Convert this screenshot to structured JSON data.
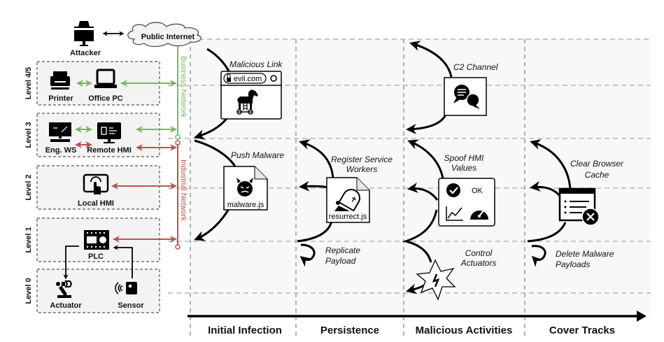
{
  "attacker": {
    "label": "Attacker",
    "icon": "spy-icon"
  },
  "internet": {
    "label": "Public Internet",
    "icon": "cloud-icon"
  },
  "networks": {
    "business": {
      "label": "Business Network",
      "color": "#82b366"
    },
    "industrial": {
      "label": "Industrial Network",
      "color": "#b85450"
    }
  },
  "levels": [
    {
      "label": "Level 4/5",
      "devices": [
        {
          "label": "Printer",
          "icon": "printer-icon"
        },
        {
          "label": "Office PC",
          "icon": "laptop-icon"
        }
      ]
    },
    {
      "label": "Level 3",
      "devices": [
        {
          "label": "Eng. WS",
          "icon": "workstation-icon"
        },
        {
          "label": "Remote HMI",
          "icon": "monitor-icon"
        }
      ]
    },
    {
      "label": "Level 2",
      "devices": [
        {
          "label": "Local HMI",
          "icon": "touchscreen-icon"
        }
      ]
    },
    {
      "label": "Level 1",
      "devices": [
        {
          "label": "PLC",
          "icon": "plc-icon"
        }
      ]
    },
    {
      "label": "Level 0",
      "devices": [
        {
          "label": "Actuator",
          "icon": "robot-arm-icon"
        },
        {
          "label": "Sensor",
          "icon": "sensor-icon"
        }
      ]
    }
  ],
  "phases": [
    {
      "label": "Initial Infection"
    },
    {
      "label": "Persistence"
    },
    {
      "label": "Malicious Activities"
    },
    {
      "label": "Cover Tracks"
    }
  ],
  "steps": {
    "malicious_link": {
      "label": "Malicious Link",
      "url": "evil.com",
      "icon": "trojan-horse-icon"
    },
    "push_malware": {
      "label": "Push Malware",
      "file": "malware.js",
      "icon": "devil-icon"
    },
    "register_sw": {
      "label_line1": "Register Service",
      "label_line2": "Workers",
      "file": "resurrect.js",
      "icon": "resurrect-icon"
    },
    "replicate": {
      "label_line1": "Replicate",
      "label_line2": "Payload"
    },
    "c2": {
      "label": "C2 Channel",
      "icon": "chat-icon"
    },
    "spoof_hmi": {
      "label_line1": "Spoof HMI",
      "label_line2": "Values",
      "ok": "OK"
    },
    "control_actuators": {
      "label_line1": "Control",
      "label_line2": "Actuators",
      "icon": "explosion-icon"
    },
    "clear_cache": {
      "label_line1": "Clear Browser",
      "label_line2": "Cache",
      "icon": "clear-cache-icon"
    },
    "delete_payloads": {
      "label_line1": "Delete Malware",
      "label_line2": "Payloads"
    }
  }
}
